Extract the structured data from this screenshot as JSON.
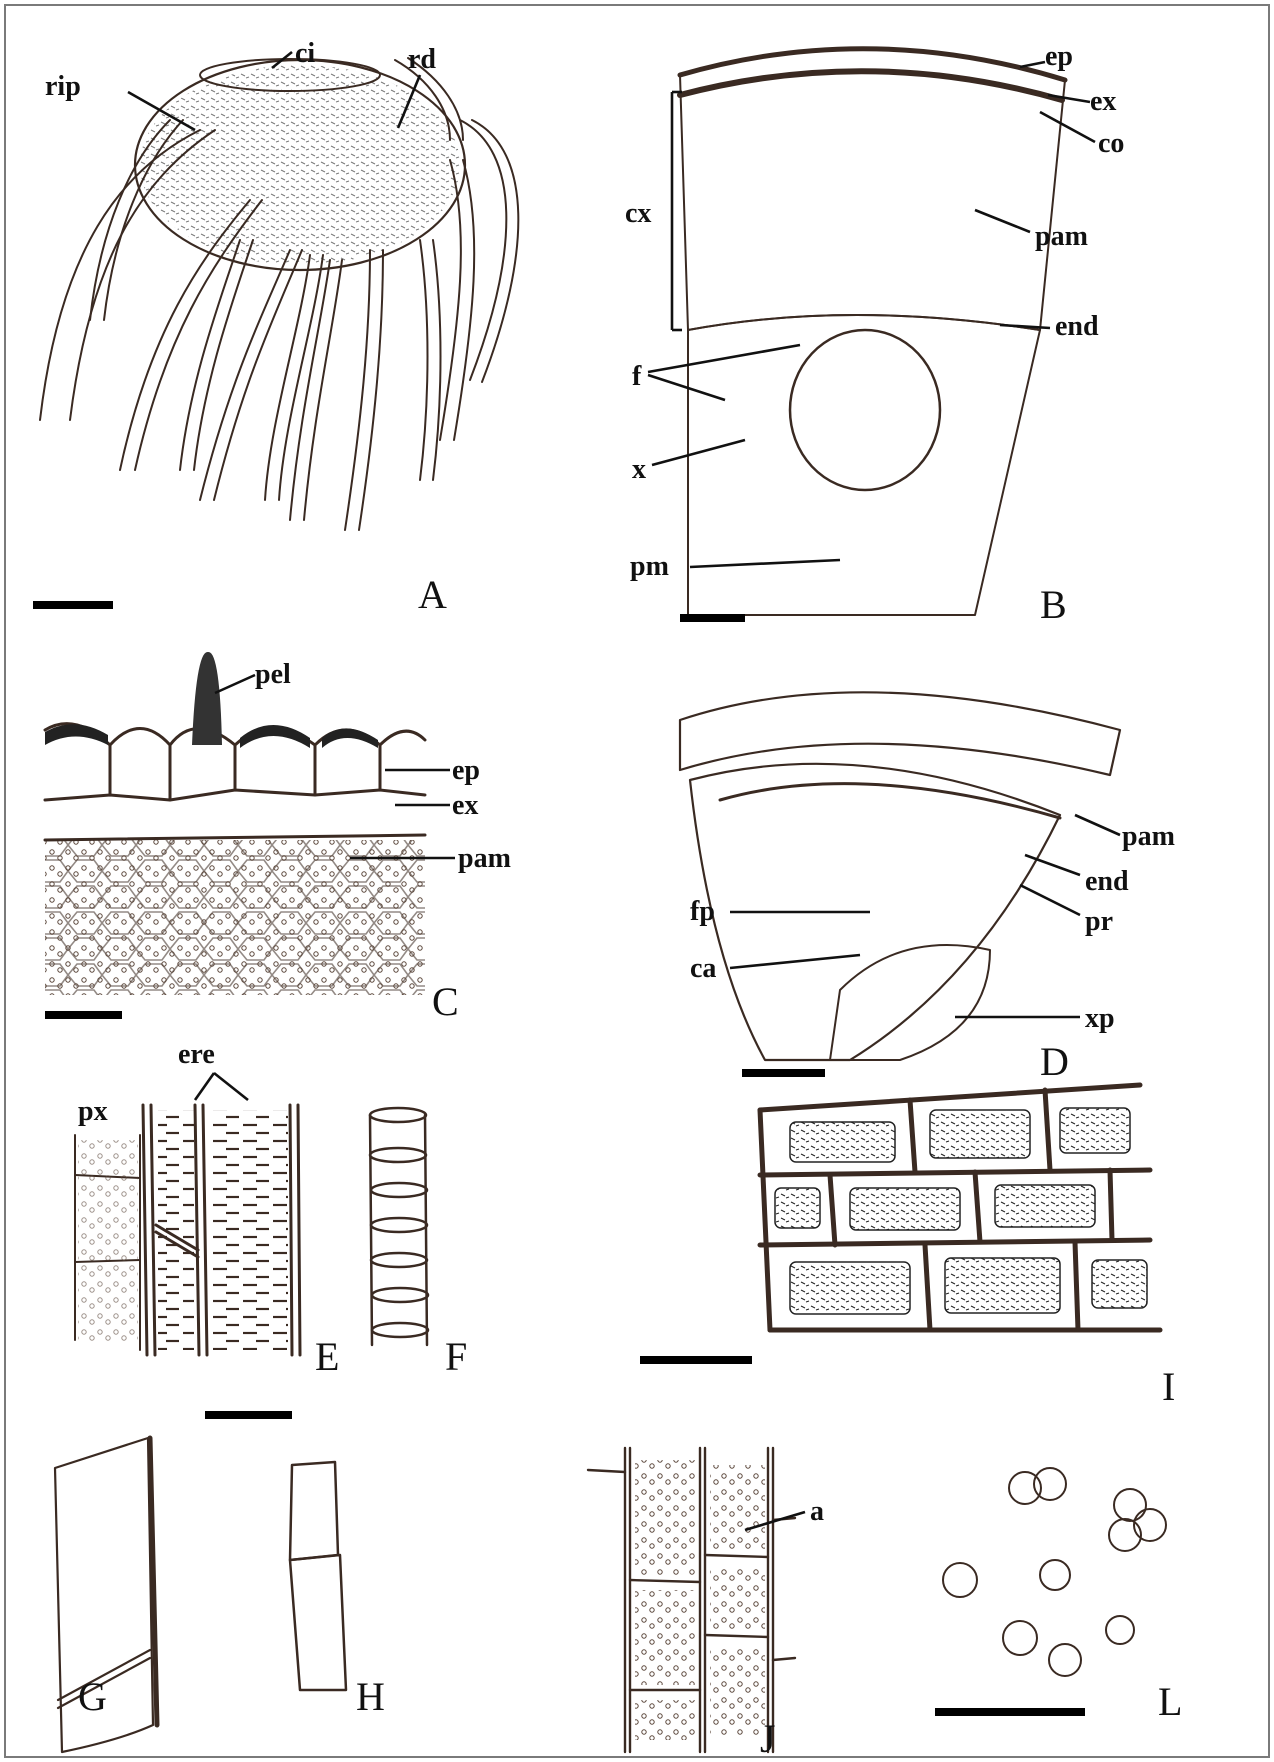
{
  "figure": {
    "panels": [
      {
        "id": "A",
        "letter": "A",
        "labels": [
          "rip",
          "ci",
          "rd"
        ]
      },
      {
        "id": "B",
        "letter": "B",
        "labels": [
          "ep",
          "ex",
          "co",
          "cx",
          "pam",
          "end",
          "f",
          "x",
          "pm"
        ]
      },
      {
        "id": "C",
        "letter": "C",
        "labels": [
          "pel",
          "ep",
          "ex",
          "pam"
        ]
      },
      {
        "id": "D",
        "letter": "D",
        "labels": [
          "pam",
          "end",
          "fp",
          "pr",
          "ca",
          "xp"
        ]
      },
      {
        "id": "E",
        "letter": "E",
        "labels": [
          "px",
          "ere"
        ]
      },
      {
        "id": "F",
        "letter": "F",
        "labels": []
      },
      {
        "id": "G",
        "letter": "G",
        "labels": []
      },
      {
        "id": "H",
        "letter": "H",
        "labels": []
      },
      {
        "id": "I",
        "letter": "I",
        "labels": []
      },
      {
        "id": "J",
        "letter": "J",
        "labels": [
          "a"
        ]
      },
      {
        "id": "L",
        "letter": "L",
        "labels": []
      }
    ]
  },
  "colors": {
    "ink": "#3a2a22",
    "dark": "#111111",
    "frame": "#7a7a7a",
    "background": "#ffffff"
  }
}
